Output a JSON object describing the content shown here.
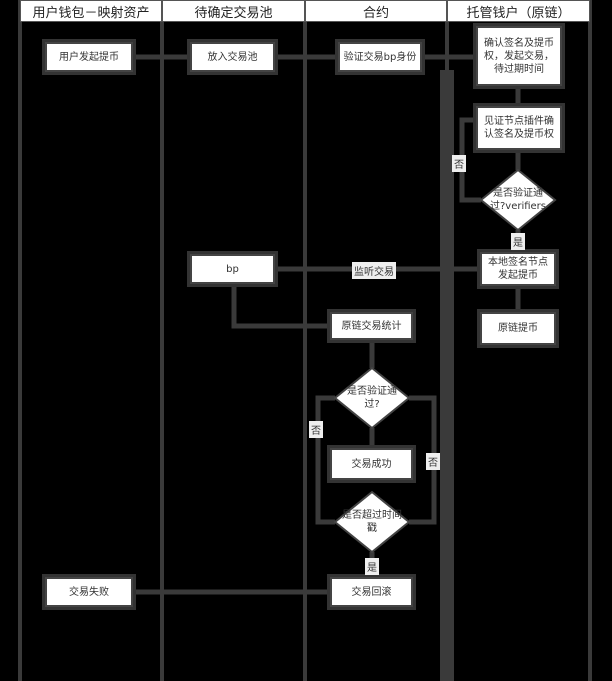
{
  "lanes": [
    "用户钱包－映射资产",
    "待确定交易池",
    "合约",
    "托管钱户（原链）"
  ],
  "nodes": {
    "user_withdraw": "用户发起提币",
    "put_pool": "放入交易池",
    "verify_bp": "验证交易bp身份",
    "confirm_sign": "确认签名及提币权，发起交易，待过期时间",
    "witness": "见证节点插件确认签名及提币权",
    "verify_q1": "是否验证通过?verifiers",
    "local_sign": "本地签名节点发起提币",
    "chain_withdraw": "原链提币",
    "bp": "bp",
    "chain_stats": "原链交易统计",
    "verify_q2": "是否验证通过?",
    "tx_success": "交易成功",
    "timeout_q": "是否超过时间戳",
    "tx_rollback": "交易回滚",
    "tx_fail": "交易失败"
  },
  "edge_labels": {
    "listen": "监听交易",
    "yes1": "是",
    "no1": "否",
    "no2": "否",
    "no3": "否",
    "yes2": "是"
  }
}
